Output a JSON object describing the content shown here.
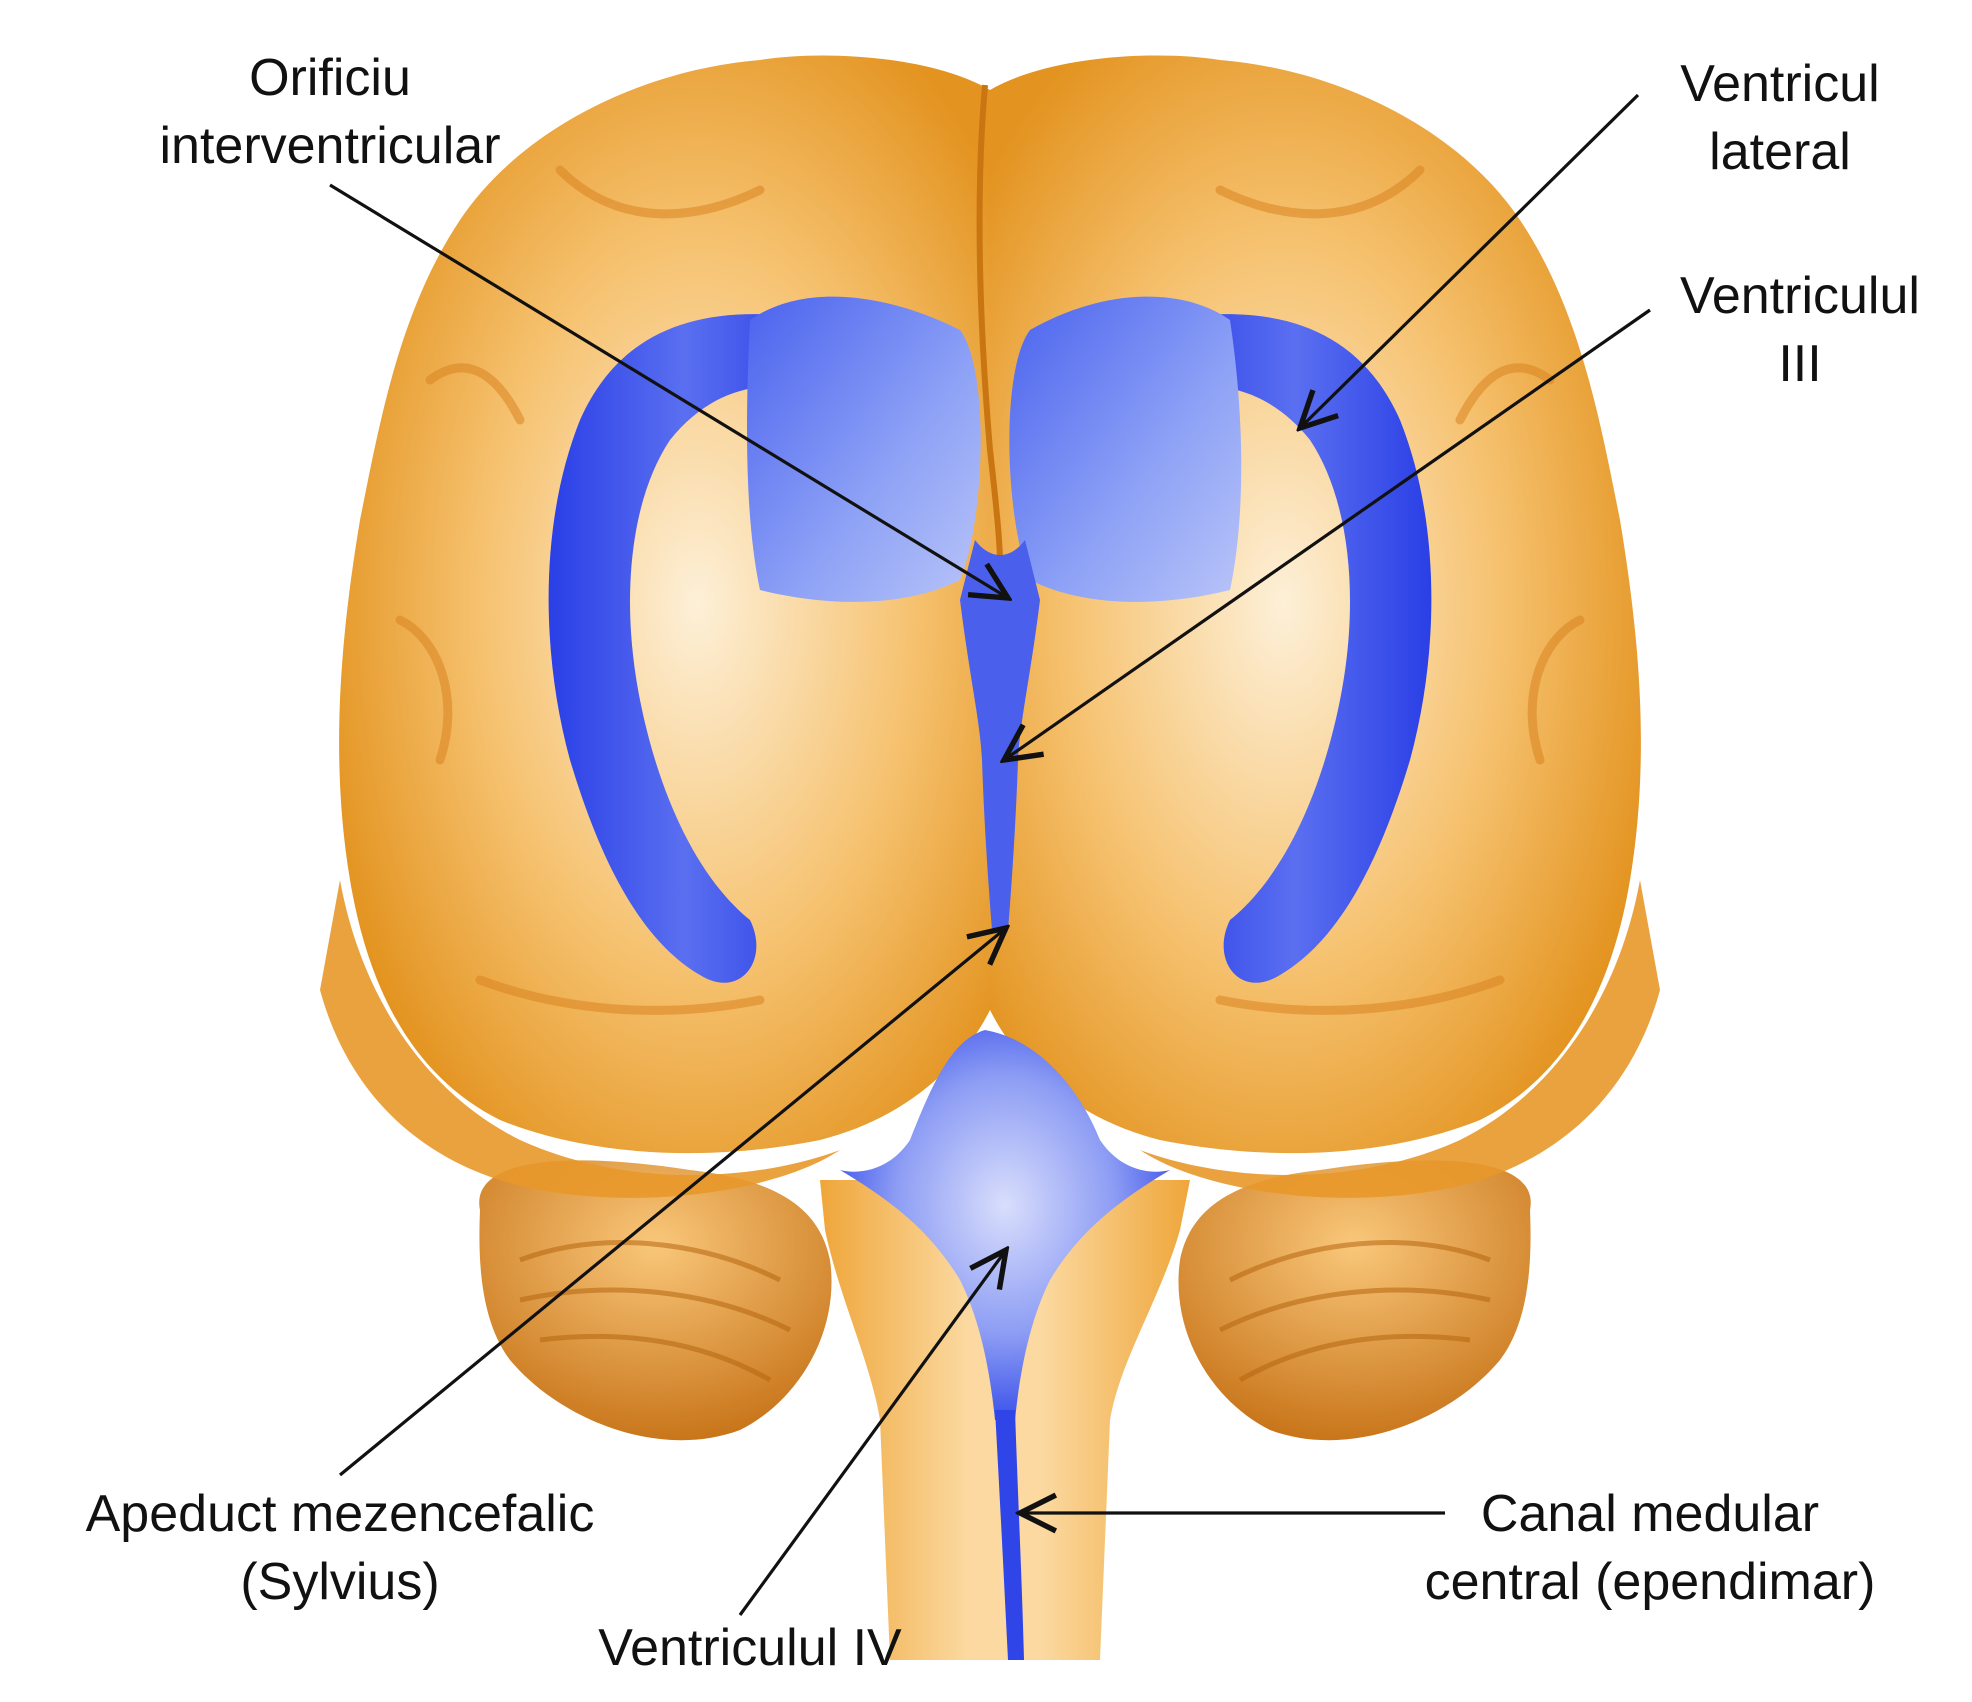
{
  "labels": {
    "orificiu": [
      "Orificiu",
      "interventricular"
    ],
    "ventricul_lateral": [
      "Ventricul",
      "lateral"
    ],
    "ventriculul_iii": [
      "Ventriculul",
      "III"
    ],
    "apeduct": [
      "Apeduct mezencefalic",
      "(Sylvius)"
    ],
    "ventriculul_iv": [
      "Ventriculul IV"
    ],
    "canal": [
      "Canal medular",
      "central (ependimar)"
    ]
  },
  "colors": {
    "brain": "#f2a93b",
    "brain_dark": "#d98420",
    "brain_light": "#fde3b8",
    "ventricle": "#2f45e8",
    "ventricle_light": "#8fa3f6",
    "line": "#111111"
  }
}
